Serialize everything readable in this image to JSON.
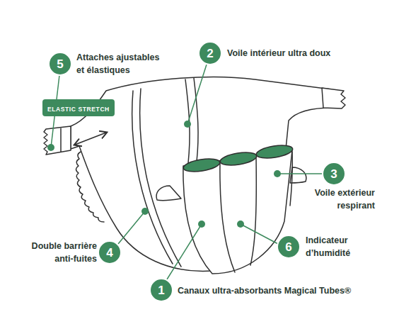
{
  "diagram": {
    "nodes": [
      {
        "text": [
          "5"
        ]
      },
      {
        "text": [
          "2"
        ]
      },
      {
        "text": [
          "ELASTIC STRETCH"
        ]
      },
      {
        "text": [
          "3"
        ]
      },
      {
        "text": [
          "4"
        ]
      },
      {
        "text": [
          "6"
        ]
      },
      {
        "text": [
          "1"
        ]
      }
    ],
    "labels": [
      "Attaches ajustables et élastiques",
      "Voile intérieur ultra doux",
      "Voile extérieur respirant",
      "Double barrière anti-fuites",
      "Indicateur d’humidité",
      "Canaux ultra-absorbants Magical Tubes®"
    ]
  }
}
